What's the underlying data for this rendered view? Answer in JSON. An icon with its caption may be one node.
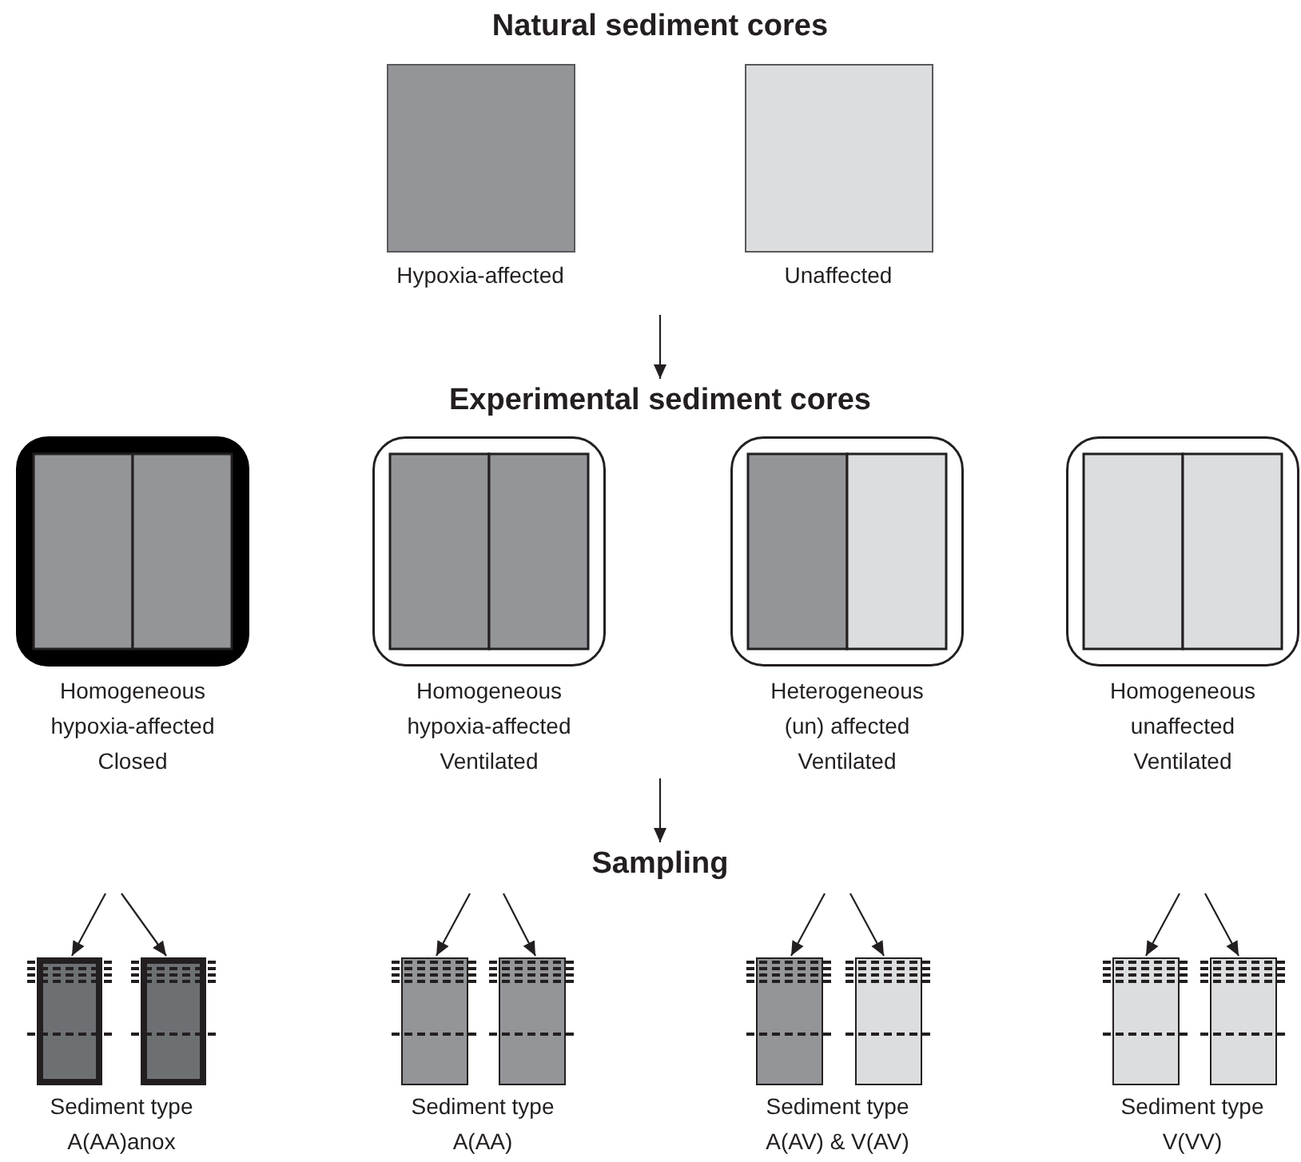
{
  "diagram": {
    "nodes": [
      {
        "text": [
          "Natural sediment cores"
        ]
      },
      {
        "text": [
          "Hypoxia-affected"
        ]
      },
      {
        "text": [
          "Unaffected"
        ]
      },
      {
        "text": [
          "Experimental sediment cores"
        ]
      },
      {
        "text": [
          "Homogeneous hypoxia-affected Closed"
        ]
      },
      {
        "text": [
          "Homogeneous hypoxia-affected Ventilated"
        ]
      },
      {
        "text": [
          "Heterogeneous (un) affected Ventilated"
        ]
      },
      {
        "text": [
          "Homogeneous unaffected Ventilated"
        ]
      },
      {
        "text": [
          "Sampling"
        ]
      },
      {
        "text": [],
        "shape": "box"
      },
      {
        "text": [],
        "shape": "box"
      },
      {
        "text": [],
        "shape": "box"
      },
      {
        "text": [],
        "shape": "box"
      },
      {
        "text": [],
        "shape": "box"
      },
      {
        "text": [],
        "shape": "box"
      },
      {
        "text": [],
        "shape": "box"
      },
      {
        "text": [],
        "shape": "box"
      }
    ],
    "edges": [
      {
        "from": null,
        "to": 3,
        "arrow": "to"
      },
      {
        "from": null,
        "to": 8,
        "arrow": "to"
      },
      {
        "from": null,
        "to": 9,
        "arrow": "to"
      },
      {
        "from": null,
        "to": 10,
        "arrow": "to"
      },
      {
        "from": null,
        "to": 11,
        "arrow": "to"
      },
      {
        "from": null,
        "to": 12,
        "arrow": "to"
      },
      {
        "from": null,
        "to": 13,
        "arrow": "to"
      },
      {
        "from": null,
        "to": 14,
        "arrow": "to"
      },
      {
        "from": null,
        "to": 15,
        "arrow": "to"
      },
      {
        "from": null,
        "to": 16,
        "arrow": "to"
      }
    ],
    "labels": [
      "Sediment type A(AA)anox",
      "Sediment type A(AA)",
      "Sediment type A(AV) & V(AV)",
      "Sediment type V(VV)"
    ]
  }
}
